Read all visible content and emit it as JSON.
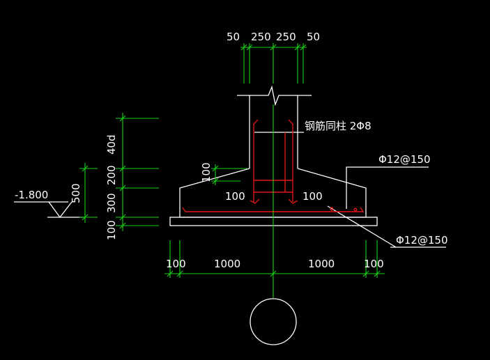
{
  "colors": {
    "background": "#000000",
    "outline": "#ffffff",
    "dimension": "#19d319",
    "rebar": "#e01818"
  },
  "dimensions": {
    "top": [
      "50",
      "250",
      "250",
      "50"
    ],
    "bottom": [
      "100",
      "1000",
      "1000",
      "100"
    ],
    "left_outer": [
      "40d",
      "200",
      "300",
      "100"
    ],
    "left_inner": "500",
    "haunch": "100"
  },
  "labels": {
    "elevation": "-1.800",
    "column_rebar": "钢筋同柱 2Φ8",
    "rebar_upper": "Φ12@150",
    "rebar_lower": "Φ12@150",
    "offset_left": "100",
    "offset_right": "100"
  }
}
